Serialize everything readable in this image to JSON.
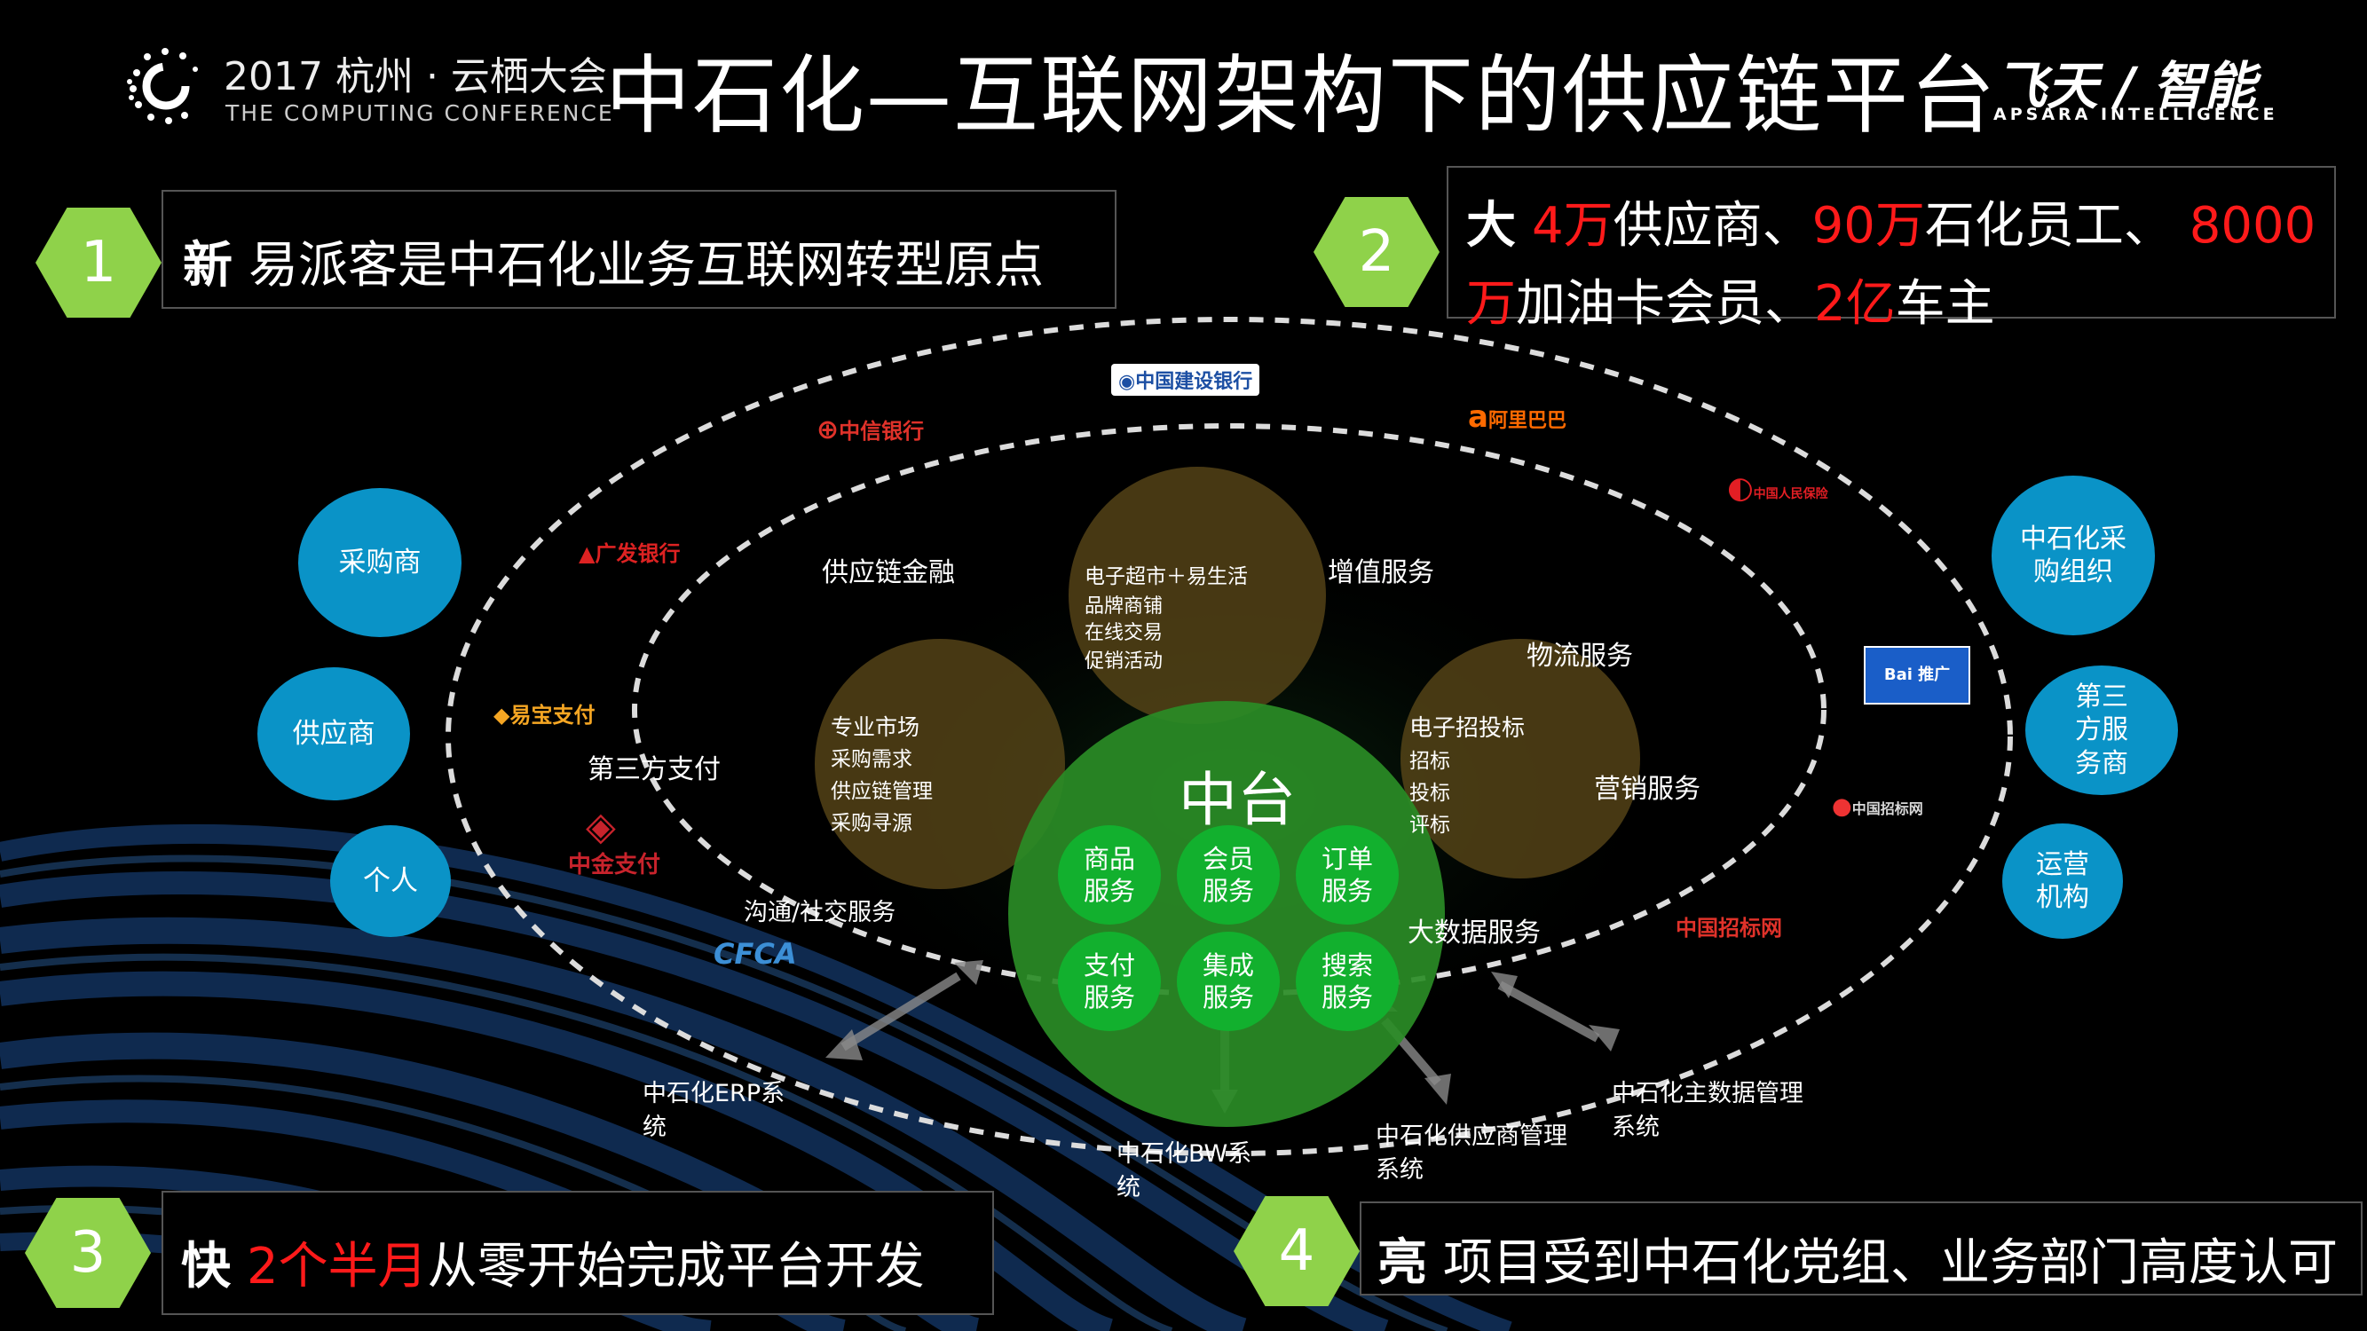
{
  "header": {
    "conference_title": "2017 杭州 · 云栖大会",
    "conference_subtitle": "THE COMPUTING CONFERENCE",
    "main_title": "中石化—互联网架构下的供应链平台",
    "brand_top": "飞天 / 智能",
    "brand_bottom": "APSARA INTELLIGENCE"
  },
  "points": [
    {
      "number": "1",
      "key": "新",
      "text": "易派客是中石化业务互联网转型原点"
    },
    {
      "number": "2",
      "key": "大",
      "parts": [
        "4万",
        "供应商、",
        "90万",
        "石化员工、 ",
        "8000",
        "万",
        "加油卡会员、",
        "2亿",
        "车主"
      ]
    },
    {
      "number": "3",
      "key": "快",
      "highlight": "2个半月",
      "text": "从零开始完成平台开发"
    },
    {
      "number": "4",
      "key": "亮",
      "text": "项目受到中石化党组、业务部门高度认可"
    }
  ],
  "left_circles": [
    "采购商",
    "供应商",
    "个人"
  ],
  "right_circles": [
    "中石化采购组织",
    "第三方服务商",
    "运营机构"
  ],
  "ring_services": {
    "supply_finance": "供应链金融",
    "value_added": "增值服务",
    "logistics": "物流服务",
    "third_party_pay": "第三方支付",
    "marketing": "营销服务",
    "communication": "沟通/社交服务",
    "big_data": "大数据服务"
  },
  "ecommerce": {
    "title": "电子超市＋易生活",
    "items": [
      "品牌商铺",
      "在线交易",
      "促销活动"
    ]
  },
  "specialty_market": {
    "title": "专业市场",
    "items": [
      "采购需求",
      "供应链管理",
      "采购寻源"
    ]
  },
  "e_bidding": {
    "title": "电子招投标",
    "items": [
      "招标",
      "投标",
      "评标"
    ]
  },
  "middle_platform": {
    "title": "中台",
    "services": [
      "商品服务",
      "会员服务",
      "订单服务",
      "支付服务",
      "集成服务",
      "搜索服务"
    ]
  },
  "systems": [
    "中石化ERP系统",
    "中石化BW系统",
    "中石化供应商管理系统",
    "中石化主数据管理系统"
  ],
  "partner_logos": [
    "中信银行",
    "中国建设银行",
    "阿里巴巴",
    "中国人民保险",
    "广发银行",
    "易宝支付",
    "中金支付",
    "CFCA",
    "Bai 推广",
    "中国招标网",
    "中国招标网"
  ],
  "colors": {
    "hex_green": "#8fd24a",
    "circle_blue": "#0a93c7",
    "highlight_red": "#ff1a1a",
    "center_green": "#2a8c26"
  }
}
